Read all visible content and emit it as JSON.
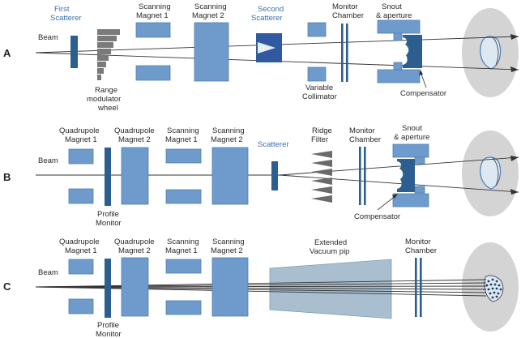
{
  "panels": {
    "a": {
      "letter": "A",
      "beam": "Beam",
      "first_scatterer": [
        "First",
        "Scatterer"
      ],
      "range_modulator": [
        "Range",
        "modulator",
        "wheel"
      ],
      "scanning_magnet_1": [
        "Scanning",
        "Magnet 1"
      ],
      "scanning_magnet_2": [
        "Scanning",
        "Magnet 2"
      ],
      "second_scatterer": [
        "Second",
        "Scatterer"
      ],
      "monitor_chamber": [
        "Monitor",
        "Chamber"
      ],
      "snout_aperture": [
        "Snout",
        "& aperture"
      ],
      "variable_collimator": [
        "Variable",
        "Collimator"
      ],
      "compensator": "Compensator"
    },
    "b": {
      "letter": "B",
      "beam": "Beam",
      "quadrupole_magnet_1": [
        "Quadrupole",
        "Magnet 1"
      ],
      "quadrupole_magnet_2": [
        "Quadrupole",
        "Magnet 2"
      ],
      "scanning_magnet_1": [
        "Scanning",
        "Magnet 1"
      ],
      "scanning_magnet_2": [
        "Scanning",
        "Magnet 2"
      ],
      "scatterer": "Scatterer",
      "ridge_filter": [
        "Ridge",
        "Filter"
      ],
      "monitor_chamber": [
        "Monitor",
        "Chamber"
      ],
      "snout_aperture": [
        "Snout",
        "& aperture"
      ],
      "profile_monitor": [
        "Profile",
        "Monitor"
      ],
      "compensator": "Compensator"
    },
    "c": {
      "letter": "C",
      "beam": "Beam",
      "quadrupole_magnet_1": [
        "Quadrupole",
        "Magnet 1"
      ],
      "quadrupole_magnet_2": [
        "Quadrupole",
        "Magnet 2"
      ],
      "scanning_magnet_1": [
        "Scanning",
        "Magnet 1"
      ],
      "scanning_magnet_2": [
        "Scanning",
        "Magnet 2"
      ],
      "extended_vacuum_pipe": [
        "Extended",
        "Vacuum pip"
      ],
      "monitor_chamber": [
        "Monitor",
        "Chamber"
      ],
      "profile_monitor": [
        "Profile",
        "Monitor"
      ]
    }
  },
  "colors": {
    "magnet": "#6e9bcc",
    "dark_component": "#2c5f8f",
    "second_scatterer": "#2f5aa0",
    "range_modulator": "#7a7a7a",
    "patient": "#d4d4d4",
    "target": "#dde8f2",
    "vacuum_pipe": "#a9bfd0"
  }
}
